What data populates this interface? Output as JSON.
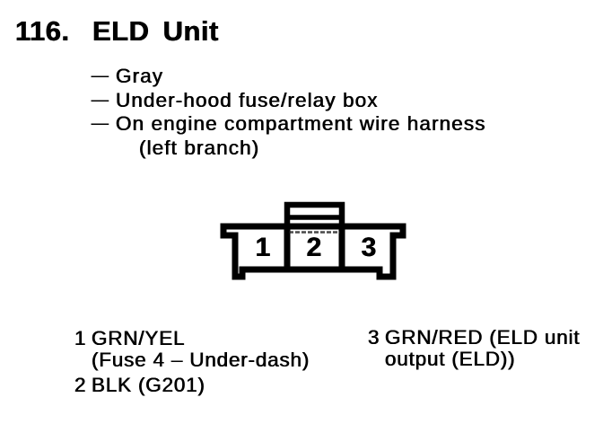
{
  "document": {
    "background": "#ffffff",
    "ink_color": "#000000"
  },
  "header": {
    "number": "116.",
    "title": "ELD Unit"
  },
  "bullets": {
    "dash": "–",
    "line1": "Gray",
    "line2": "Under-hood fuse/relay box",
    "line3": "On engine compartment wire harness",
    "line3_continuation": "(left branch)"
  },
  "connector": {
    "cavity_labels": [
      "1",
      "2",
      "3"
    ]
  },
  "pin_legend": {
    "items": [
      {
        "pin": "1",
        "line1": "GRN/YEL",
        "line2": "(Fuse 4 – Under-dash)"
      },
      {
        "pin": "2",
        "line1": "BLK (G201)"
      },
      {
        "pin": "3",
        "line1": "GRN/RED (ELD unit",
        "line2": "output (ELD))"
      }
    ]
  }
}
